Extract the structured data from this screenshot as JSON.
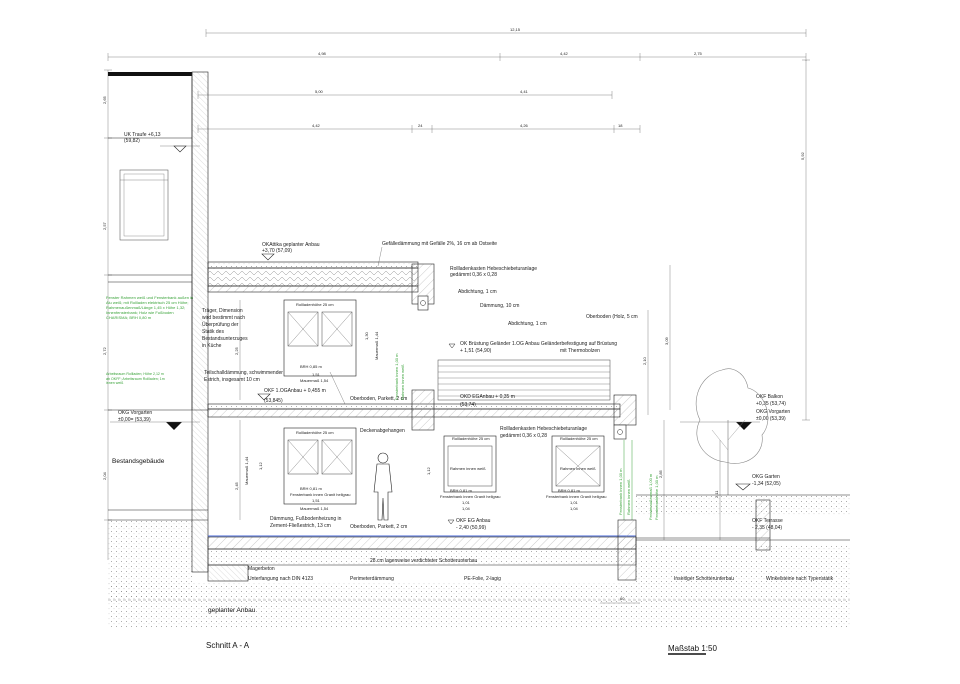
{
  "dims": {
    "total": "12,15",
    "top_a": "4,98",
    "top_b": "4,42",
    "top_c": "2,75",
    "mid_a": "5,00",
    "mid_b": "4,41",
    "low_a": "4,42",
    "low_b": "24",
    "low_c": "4,26",
    "low_d": "18",
    "left_v1": "2,65",
    "left_v2": "2,57",
    "left_v3": "2,72",
    "left_v4": "2,25",
    "left_v5": "2,04",
    "left_v6": "2,45",
    "right_v1": "5,92",
    "right_v2": "3,09",
    "right_v3": "2,10",
    "right_v4": "2,85",
    "right_v5": "2,11",
    "bottom": "60"
  },
  "labels": {
    "uk_traufe": "UK Traufe +6,13",
    "uk_traufe_nn": "(59,82)",
    "okattika": "OKAttika geplanter Anbau",
    "okattika_val": "+3,70  (57,09)",
    "gefaelle": "Gefälledämmung mit Gefälle 2%, 16 cm ab Ostseite",
    "rolladen_top": "Rollladenkasten Hebeschiebeturanlage",
    "rolladen_top_dim": "gedämmt 0,36 x 0,28",
    "abdichtung1": "Abdichtung, 1 cm",
    "daemmung10": "Dämmung, 10 cm",
    "abdichtung2": "Abdichtung, 1 cm",
    "oberboden_holz": "Oberboden (Holz, 5 cm",
    "traeger1": "Träger, Dimension",
    "traeger2": "wird bestimmt nach",
    "traeger3": "Überprüfung der",
    "traeger4": "Statik des",
    "traeger5": "Bestandsunterzuges",
    "traeger6": "in Küche",
    "teilschall": "Teilschalldämmung, schwimmender",
    "estrich": "Estrich, insgesamt 10 cm",
    "ok_bruestung": "OK Brüstung Geländer 1.OG Anbau  Geländerbefestigung auf Brüstung",
    "ok_bruestung_val": "+ 1,51  (54,90)",
    "thermo": "mit Thermobolzen",
    "okf_1og": "OKF 1.OGAnbau  + 0,455 m",
    "okf_1og_nn": "(53,845)",
    "oberboden_parkett1": "Oberboden, Parkett, 2 cm",
    "okd_eg": "OKD EGAnbau    + 0,35 m",
    "okd_eg_nn": "(53,74)",
    "okg_vorgarten": "OKG Vorgarten",
    "okg_vorgarten_val": "±0,00= (53,39)",
    "okf_balkon": "OKF Balkon",
    "okf_balkon_val": "+0,35  (53,74)",
    "okg_vorgarten_r": "OKG Vorgarten",
    "okg_vorgarten_r_val": "±0,00  (53,39)",
    "bestand": "Bestandsgebäude",
    "deckenabgehangen": "Deckenabgehangen",
    "rolladen_mid": "Rollladenkasten Hebeschiebeturanlage",
    "rolladen_mid_dim": "gedämmt 0,36 x 0,28",
    "okg_garten": "OKG Garten",
    "okg_garten_val": "-1,34   (52,05)",
    "daemmung_fb1": "Dämmung, Fußbodenheizung in",
    "daemmung_fb2": "Zement-Fließestrich, 13 cm",
    "oberboden_parkett2": "Oberboden, Parkett, 2 cm",
    "okf_eg": "OKF EG Anbau",
    "okf_eg_val": "- 2,40   (50,99)",
    "okf_terrasse": "OKF Terrasse",
    "okf_terrasse_val": "- 2,35   (48,04)",
    "schotter": "28 cm  lagenweise verdichteter Schotterunterbau",
    "magerbeton": "Magerbeton",
    "unterfangung": "Unterfangung nach DIN 4123",
    "perimeter": "Perimeterdämmung",
    "pe_folie": "PE-Folie, 2-lagig",
    "schotter2": "Inseitiger Schotterunterbau",
    "winkel": "Winkelsteine nach Typenstatik",
    "geplanter": "geplanter Anbau",
    "schnitt": "Schnitt A - A",
    "massstab": "Maßstab 1:50",
    "rolladen_hoehe": "Rollladenhöhe 25 cm",
    "rahmen_weiss": "Rahmen innen weiß",
    "brh_085": "BRH 0,85 m",
    "brh_081": "BRH 0,81 m",
    "fensterbank": "Fensterbank innen Granit hellgrau",
    "mauermass_151": "1,51",
    "mauermass_154": "Mauermaß 1,54",
    "dim_101": "1,01",
    "dim_104": "1,04",
    "mauermass_v": "Mauermaß 1,44",
    "h_112": "1,12",
    "h_130": "1,30",
    "green_left": "Fenster Rahmen weiß und Fensterbank außen in Alu weiß; mit Rollladen elektrisch 25 cm Höhe; Rahmenaußenmaß/Länge 1,45 x Höhe 1,32; Innenfensterbank; Holz wie Fußboden CHARISMA; BRH 0,80 m",
    "green_left2": "Arbeitsraum Rollladen; Höhe 2,12 m ab OKFF; Arbeitsraum Rollladen; 1m innen weiß",
    "green_v1": "Fensterbank innen 1,00 m",
    "green_v2": "Rahmen innen weiß",
    "green_v3": "Fensteraußenmaß 1,00 m",
    "green_v4": "Fensterbankhöhe 1,00 m"
  },
  "colors": {
    "ink": "#222222",
    "green": "#3aa33a",
    "blue": "#4a6ad8"
  }
}
